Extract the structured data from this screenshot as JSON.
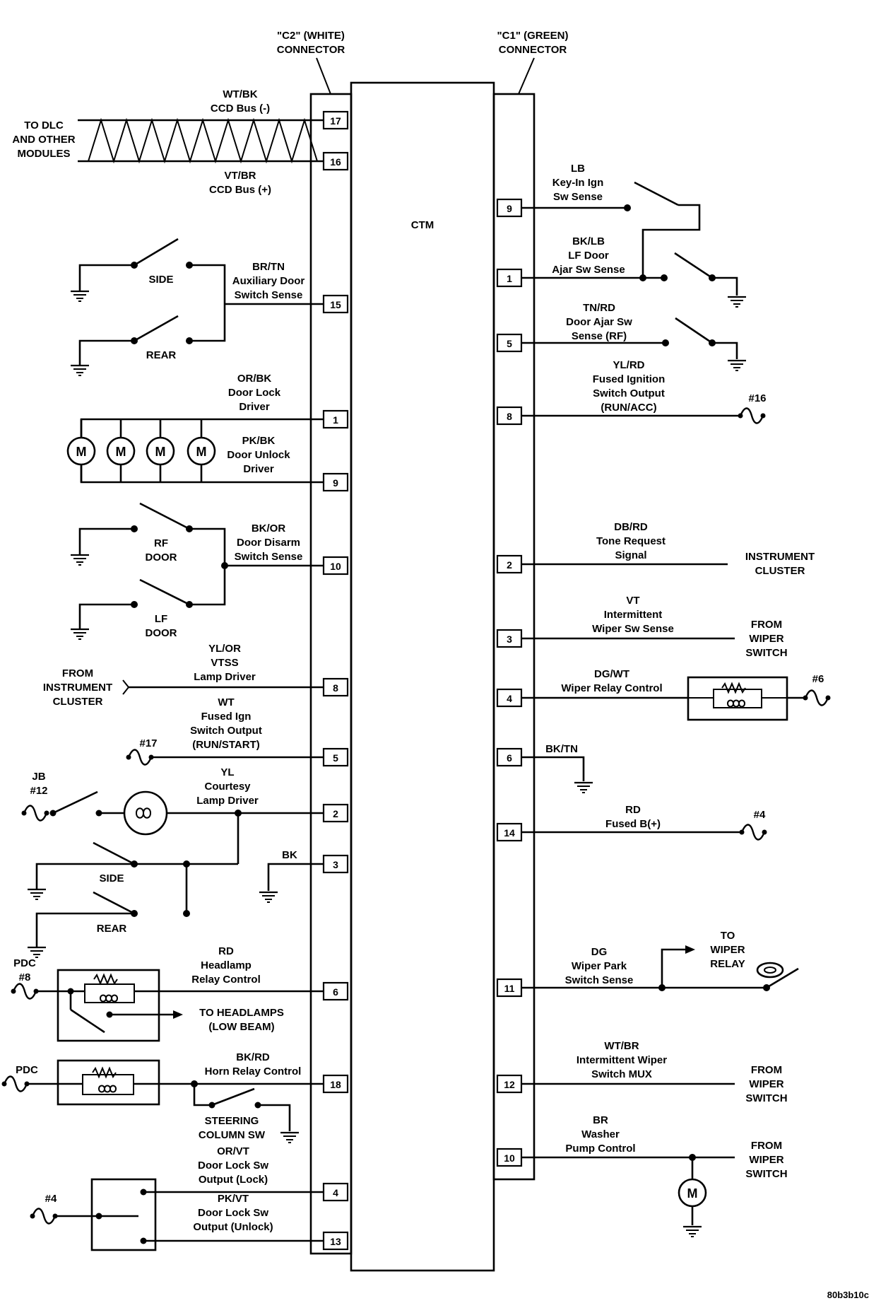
{
  "module": {
    "name": "CTM"
  },
  "connectors": {
    "c2": {
      "line1": "\"C2\" (WHITE)",
      "line2": "CONNECTOR"
    },
    "c1": {
      "line1": "\"C1\" (GREEN)",
      "line2": "CONNECTOR"
    }
  },
  "left_circuits": {
    "ccd_neg": {
      "pin": "17",
      "l1": "WT/BK",
      "l2": "CCD Bus (-)"
    },
    "ccd_pos": {
      "pin": "16",
      "l1": "VT/BR",
      "l2": "CCD Bus (+)"
    },
    "dlc": {
      "l1": "TO DLC",
      "l2": "AND OTHER",
      "l3": "MODULES"
    },
    "aux_door": {
      "pin": "15",
      "l1": "BR/TN",
      "l2": "Auxiliary Door",
      "l3": "Switch Sense",
      "sw1": "SIDE",
      "sw2": "REAR"
    },
    "door_lock": {
      "pin": "1",
      "l1": "OR/BK",
      "l2": "Door Lock",
      "l3": "Driver"
    },
    "motor": {
      "label": "M"
    },
    "door_unlock": {
      "pin": "9",
      "l1": "PK/BK",
      "l2": "Door Unlock",
      "l3": "Driver"
    },
    "disarm": {
      "pin": "10",
      "l1": "BK/OR",
      "l2": "Door Disarm",
      "l3": "Switch Sense",
      "rf1": "RF",
      "rf2": "DOOR",
      "lf1": "LF",
      "lf2": "DOOR"
    },
    "vtss": {
      "pin": "8",
      "l1": "YL/OR",
      "l2": "VTSS",
      "l3": "Lamp Driver",
      "src1": "FROM",
      "src2": "INSTRUMENT",
      "src3": "CLUSTER"
    },
    "fused_ign": {
      "pin": "5",
      "l1": "WT",
      "l2": "Fused Ign",
      "l3": "Switch Output",
      "l4": "(RUN/START)",
      "fuse": "#17"
    },
    "courtesy": {
      "pin": "2",
      "l1": "YL",
      "l2": "Courtesy",
      "l3": "Lamp Driver",
      "jb1": "JB",
      "jb2": "#12",
      "sw1": "SIDE",
      "sw2": "REAR"
    },
    "ground": {
      "pin": "3",
      "l1": "BK"
    },
    "headlamp": {
      "pin": "6",
      "l1": "RD",
      "l2": "Headlamp",
      "l3": "Relay Control",
      "pdc": "PDC",
      "fuse": "#8",
      "out1": "TO HEADLAMPS",
      "out2": "(LOW BEAM)"
    },
    "horn": {
      "pin": "18",
      "l1": "BK/RD",
      "l2": "Horn Relay Control",
      "pdc": "PDC",
      "sw1": "STEERING",
      "sw2": "COLUMN SW"
    },
    "lock_out": {
      "pin": "4",
      "l1": "OR/VT",
      "l2": "Door Lock Sw",
      "l3": "Output (Lock)",
      "fuse": "#4"
    },
    "unlock_out": {
      "pin": "13",
      "l1": "PK/VT",
      "l2": "Door Lock Sw",
      "l3": "Output (Unlock)"
    }
  },
  "right_circuits": {
    "keyin": {
      "pin": "9",
      "l1": "LB",
      "l2": "Key-In Ign",
      "l3": "Sw Sense"
    },
    "lf_ajar": {
      "pin": "1",
      "l1": "BK/LB",
      "l2": "LF Door",
      "l3": "Ajar Sw Sense"
    },
    "rf_ajar": {
      "pin": "5",
      "l1": "TN/RD",
      "l2": "Door Ajar Sw",
      "l3": "Sense (RF)"
    },
    "ign_out": {
      "pin": "8",
      "l1": "YL/RD",
      "l2": "Fused Ignition",
      "l3": "Switch Output",
      "l4": "(RUN/ACC)",
      "fuse": "#16"
    },
    "tone": {
      "pin": "2",
      "l1": "DB/RD",
      "l2": "Tone Request",
      "l3": "Signal",
      "d1": "INSTRUMENT",
      "d2": "CLUSTER"
    },
    "int_wiper": {
      "pin": "3",
      "l1": "VT",
      "l2": "Intermittent",
      "l3": "Wiper Sw Sense",
      "d1": "FROM",
      "d2": "WIPER",
      "d3": "SWITCH"
    },
    "wiper_relay": {
      "pin": "4",
      "l1": "DG/WT",
      "l2": "Wiper Relay Control",
      "fuse": "#6"
    },
    "gnd": {
      "pin": "6",
      "l1": "BK/TN"
    },
    "batt": {
      "pin": "14",
      "l1": "RD",
      "l2": "Fused B(+)",
      "fuse": "#4"
    },
    "park": {
      "pin": "11",
      "l1": "DG",
      "l2": "Wiper Park",
      "l3": "Switch Sense",
      "d1": "TO",
      "d2": "WIPER",
      "d3": "RELAY"
    },
    "mux": {
      "pin": "12",
      "l1": "WT/BR",
      "l2": "Intermittent Wiper",
      "l3": "Switch MUX",
      "d1": "FROM",
      "d2": "WIPER",
      "d3": "SWITCH"
    },
    "washer": {
      "pin": "10",
      "l1": "BR",
      "l2": "Washer",
      "l3": "Pump Control",
      "d1": "FROM",
      "d2": "WIPER",
      "d3": "SWITCH",
      "motor": "M"
    }
  },
  "footer": {
    "code": "80b3b10c"
  }
}
